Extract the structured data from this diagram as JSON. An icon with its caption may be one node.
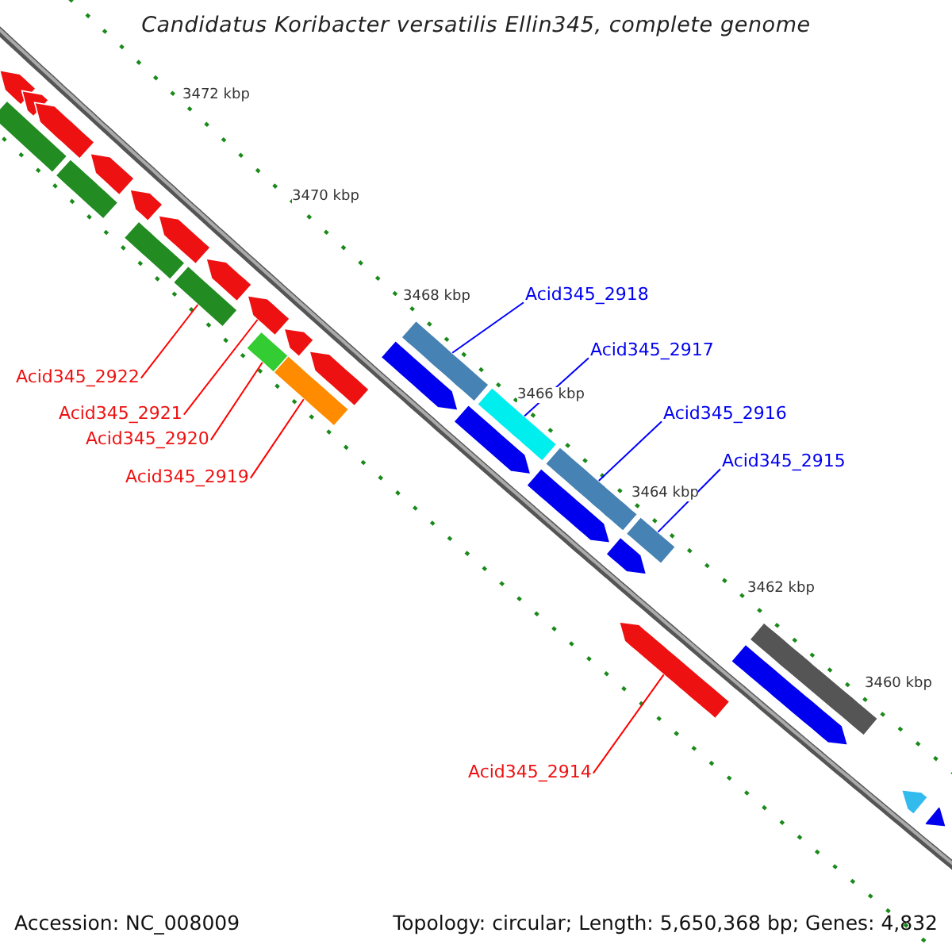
{
  "diagram": {
    "title": "Candidatus Koribacter versatilis Ellin345, complete genome",
    "nodes": [
      {
        "text": [
          "Acid345_2922"
        ]
      },
      {
        "text": [
          "Acid345_2921"
        ]
      },
      {
        "text": [
          "Acid345_2920"
        ]
      },
      {
        "text": [
          "Acid345_2919"
        ]
      },
      {
        "text": [
          "Acid345_2918"
        ]
      },
      {
        "text": [
          "Acid345_2917"
        ]
      },
      {
        "text": [
          "Acid345_2916"
        ]
      },
      {
        "text": [
          "Acid345_2915"
        ]
      },
      {
        "text": [
          "Acid345_2914"
        ]
      },
      {
        "text": [],
        "shape": "bar"
      },
      {
        "text": [],
        "shape": "arrow"
      },
      {
        "text": [],
        "shape": "arrow"
      },
      {
        "text": [],
        "shape": "arrow"
      },
      {
        "text": [],
        "shape": "bar"
      },
      {
        "text": [],
        "shape": "arrow"
      },
      {
        "text": [],
        "shape": "bar"
      },
      {
        "text": [],
        "shape": "arrow"
      },
      {
        "text": [],
        "shape": "arrow"
      },
      {
        "text": [],
        "shape": "bar"
      },
      {
        "text": [],
        "shape": "arrow"
      },
      {
        "text": [],
        "shape": "bar"
      },
      {
        "text": [],
        "shape": "arrow"
      },
      {
        "text": [],
        "shape": "bar"
      },
      {
        "text": [],
        "shape": "arrow"
      },
      {
        "text": [],
        "shape": "arrow"
      },
      {
        "text": [],
        "shape": "arrow"
      },
      {
        "text": [],
        "shape": "bar"
      },
      {
        "text": [],
        "shape": "arrow"
      },
      {
        "text": [],
        "shape": "bar"
      },
      {
        "text": [],
        "shape": "arrow"
      },
      {
        "text": [],
        "shape": "bar"
      },
      {
        "text": [],
        "shape": "arrow"
      },
      {
        "text": [],
        "shape": "bar"
      },
      {
        "text": [],
        "shape": "arrow"
      },
      {
        "text": [],
        "shape": "arrow"
      },
      {
        "text": [],
        "shape": "bar"
      },
      {
        "text": [],
        "shape": "arrow"
      },
      {
        "text": [],
        "shape": "arrow"
      }
    ],
    "edges": [
      {
        "from": 0,
        "to": 18,
        "arrow": "none"
      },
      {
        "from": 1,
        "to": 21,
        "arrow": "none"
      },
      {
        "from": 2,
        "to": 20,
        "arrow": "none"
      },
      {
        "from": 3,
        "to": 22,
        "arrow": "none"
      },
      {
        "from": 4,
        "to": 26,
        "arrow": "none",
        "color": "#0000ff"
      },
      {
        "from": 5,
        "to": 28,
        "arrow": "none",
        "color": "#0000ff"
      },
      {
        "from": 6,
        "to": 30,
        "arrow": "none",
        "color": "#0000ff"
      },
      {
        "from": 7,
        "to": 32,
        "arrow": "none",
        "color": "#0000ff"
      },
      {
        "from": 8,
        "to": 33,
        "arrow": "none"
      }
    ],
    "labels": [
      "3472 kbp",
      "3470 kbp",
      "3468 kbp",
      "3466 kbp",
      "3464 kbp",
      "3462 kbp",
      "3460 kbp",
      "Accession: NC_008009",
      "Topology: circular; Length: 5,650,368 bp; Genes: 4,832"
    ]
  }
}
